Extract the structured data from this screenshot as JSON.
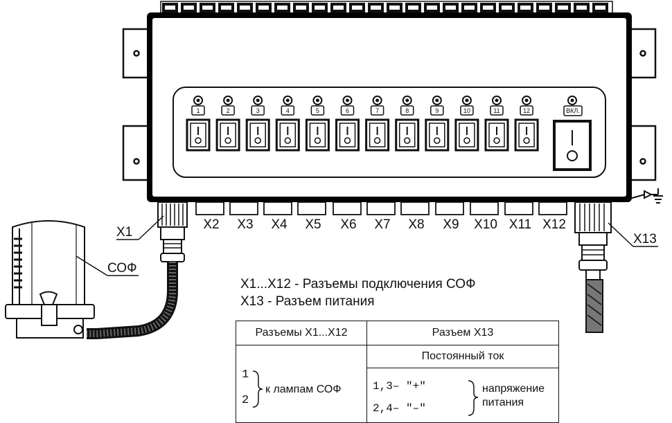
{
  "switch_labels": [
    "1",
    "2",
    "3",
    "4",
    "5",
    "6",
    "7",
    "8",
    "9",
    "10",
    "11",
    "12"
  ],
  "power_label": "ВКЛ.",
  "connectors": [
    "X1",
    "X2",
    "X3",
    "X4",
    "X5",
    "X6",
    "X7",
    "X8",
    "X9",
    "X10",
    "X11",
    "X12",
    "X13"
  ],
  "sof_label": "СОФ",
  "legend": {
    "line1": "X1...X12 - Разъемы подключения СОФ",
    "line2": "X13 - Разъем питания"
  },
  "table": {
    "header_left": "Разъемы X1...X12",
    "header_right": "Разъем X13",
    "sub_right": "Постоянный ток",
    "pin1": "1",
    "pin2": "2",
    "left_desc": "к лампам СОФ",
    "plus_row": "1,3– \"+\"",
    "minus_row": "2,4– \"–\"",
    "voltage_1": "напряжение",
    "voltage_2": "питания"
  }
}
